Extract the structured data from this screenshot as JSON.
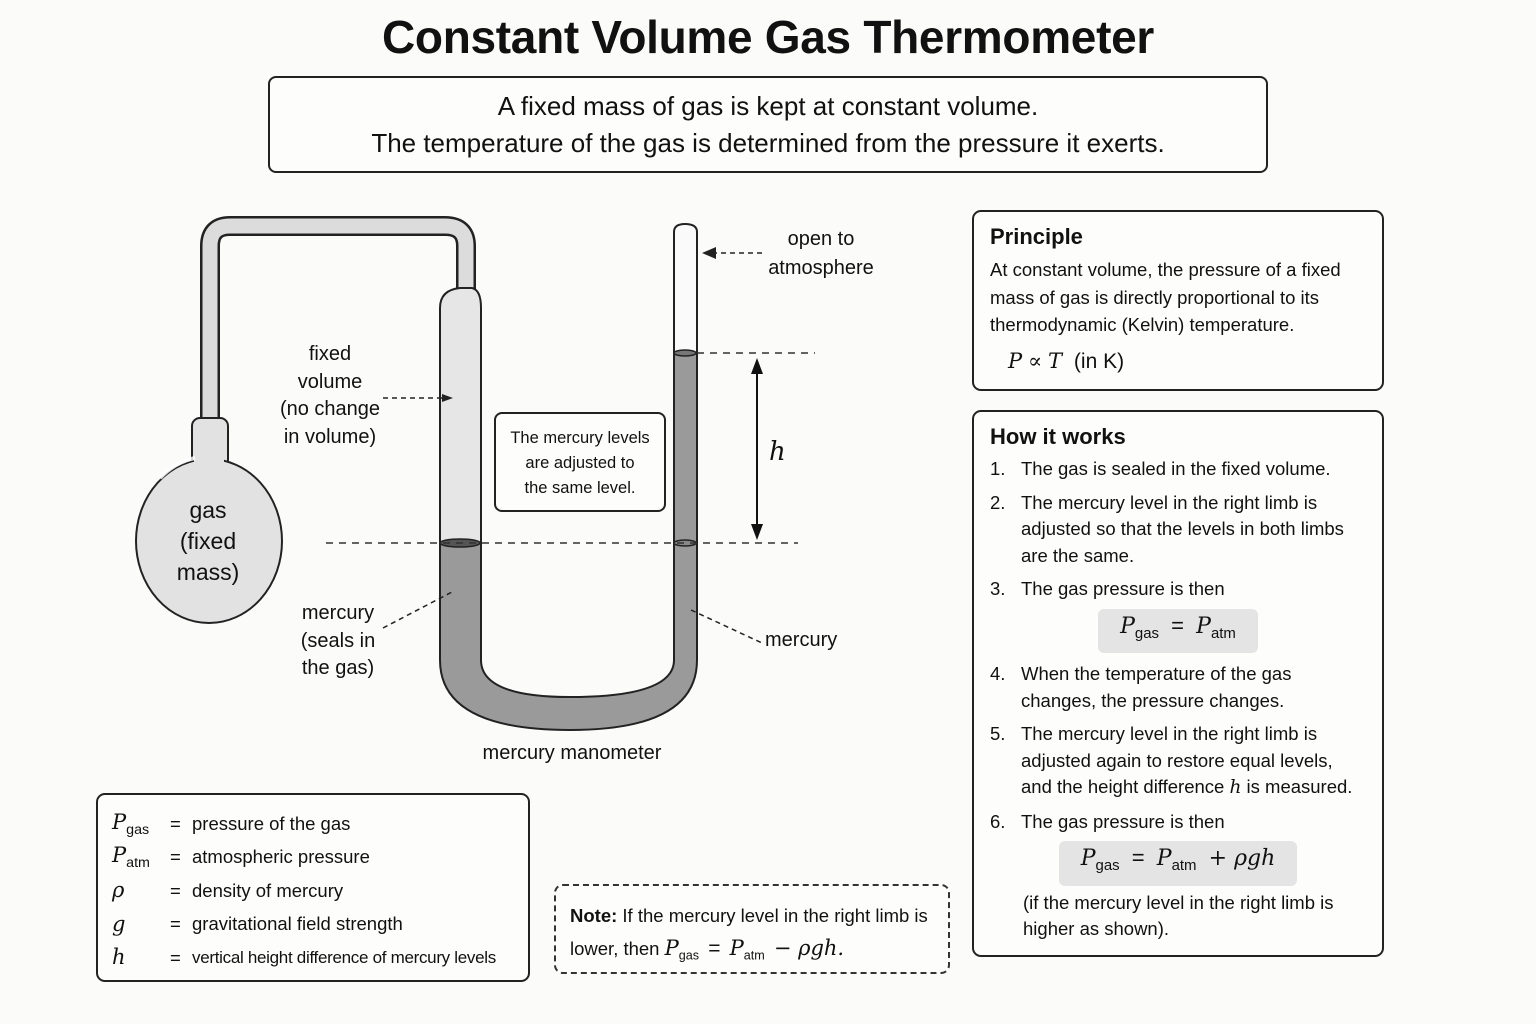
{
  "title": "Constant Volume Gas Thermometer",
  "subtitle": {
    "line1": "A fixed mass of gas is kept at constant volume.",
    "line2": "The temperature of the gas is determined from the pressure it exerts."
  },
  "diagram": {
    "bulb_label": [
      "gas",
      "(fixed",
      "mass)"
    ],
    "fixed_volume_label": [
      "fixed",
      "volume",
      "(no change",
      "in volume)"
    ],
    "callout": [
      "The mercury levels",
      "are adjusted to",
      "the same level."
    ],
    "open_label": [
      "open to",
      "atmosphere"
    ],
    "h_label": "h",
    "mercury_left_label": [
      "mercury",
      "(seals in",
      "the gas)"
    ],
    "mercury_right_label": "mercury",
    "manometer_label": "mercury manometer"
  },
  "principle": {
    "heading": "Principle",
    "text": "At constant volume, the pressure of a fixed mass of gas is directly proportional to its thermodynamic (Kelvin) temperature.",
    "formula_P": "P",
    "formula_prop": "∝",
    "formula_T": "T",
    "formula_unit": "(in K)"
  },
  "how_it_works": {
    "heading": "How it works",
    "steps": [
      {
        "num": "1.",
        "text": "The gas is sealed in the fixed volume."
      },
      {
        "num": "2.",
        "text": "The mercury level in the right limb is adjusted so that the levels in both limbs are the same."
      },
      {
        "num": "3.",
        "text": "The gas pressure is then"
      },
      {
        "num": "4.",
        "text": "When the temperature of the gas changes, the pressure changes."
      },
      {
        "num": "5.",
        "text_before": "The mercury level in the right limb is adjusted again to restore equal levels, and the height difference ",
        "var": "h",
        "text_after": " is measured."
      },
      {
        "num": "6.",
        "text": "The gas pressure is then"
      }
    ],
    "eq1": {
      "lhs": "P",
      "lhs_sub": "gas",
      "op": "=",
      "rhs": "P",
      "rhs_sub": "atm"
    },
    "eq2": {
      "lhs": "P",
      "lhs_sub": "gas",
      "op": "=",
      "rhs": "P",
      "rhs_sub": "atm",
      "extra": "+ ρgh"
    },
    "footnote": "(if the mercury level in the right limb is higher as shown)."
  },
  "legend": {
    "rows": [
      {
        "sym": "P",
        "sub": "gas",
        "eq": "=",
        "desc": "pressure of the gas"
      },
      {
        "sym": "P",
        "sub": "atm",
        "eq": "=",
        "desc": "atmospheric pressure"
      },
      {
        "sym": "ρ",
        "sub": "",
        "eq": "=",
        "desc": "density of mercury"
      },
      {
        "sym": "g",
        "sub": "",
        "eq": "=",
        "desc": "gravitational field strength"
      },
      {
        "sym": "h",
        "sub": "",
        "eq": "=",
        "desc": "vertical height difference of mercury levels"
      }
    ]
  },
  "note": {
    "label": "Note:",
    "text": "If the mercury level in the right limb is lower, then",
    "lhs": "P",
    "lhs_sub": "gas",
    "op": "=",
    "rhs": "P",
    "rhs_sub": "atm",
    "extra": "− ρgh."
  },
  "colors": {
    "mercury": "#9a9a9a",
    "glass": "#e6e6e6",
    "outline": "#222222",
    "eq_bg": "#e4e4e4"
  }
}
